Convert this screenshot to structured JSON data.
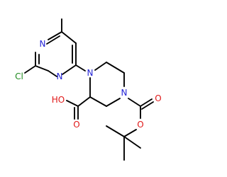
{
  "atom_labels": {
    "n_ring_1": "N",
    "n_ring_2": "N",
    "cl": "Cl",
    "n_pip_1": "N",
    "n_pip_4": "N",
    "ho": "HO",
    "o_acid": "O",
    "o_carbonyl": "O",
    "o_ester": "O"
  },
  "colors": {
    "bond": "#000000",
    "nitrogen": "#2323d6",
    "chlorine": "#1e8a1e",
    "oxygen": "#e01818"
  }
}
